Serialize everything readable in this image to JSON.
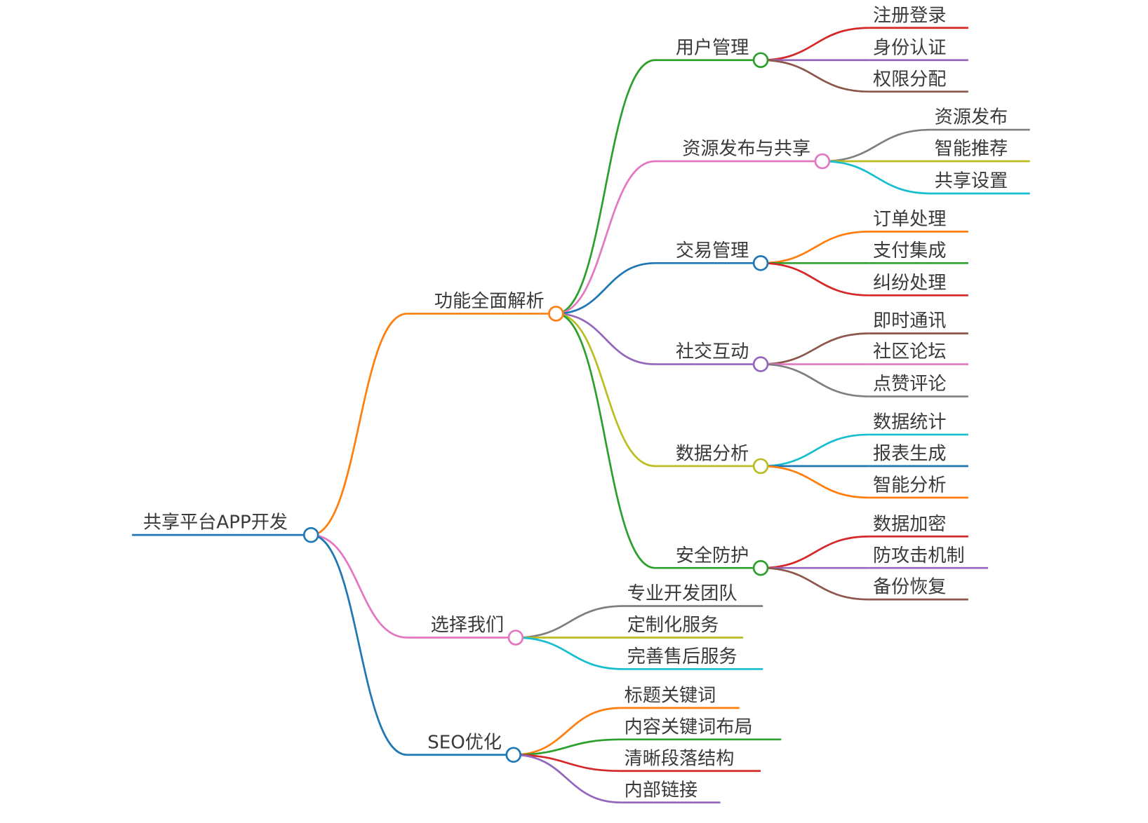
{
  "mindmap": {
    "root": {
      "label": "共享平台APP开发",
      "color": "#1f77b4",
      "children": [
        {
          "label": "功能全面解析",
          "color": "#ff7f0e",
          "children": [
            {
              "label": "用户管理",
              "color": "#2ca02c",
              "children": [
                {
                  "label": "注册登录",
                  "color": "#d62728"
                },
                {
                  "label": "身份认证",
                  "color": "#9467bd"
                },
                {
                  "label": "权限分配",
                  "color": "#8c564b"
                }
              ]
            },
            {
              "label": "资源发布与共享",
              "color": "#e377c2",
              "children": [
                {
                  "label": "资源发布",
                  "color": "#7f7f7f"
                },
                {
                  "label": "智能推荐",
                  "color": "#bcbd22"
                },
                {
                  "label": "共享设置",
                  "color": "#17becf"
                }
              ]
            },
            {
              "label": "交易管理",
              "color": "#1f77b4",
              "children": [
                {
                  "label": "订单处理",
                  "color": "#ff7f0e"
                },
                {
                  "label": "支付集成",
                  "color": "#2ca02c"
                },
                {
                  "label": "纠纷处理",
                  "color": "#d62728"
                }
              ]
            },
            {
              "label": "社交互动",
              "color": "#9467bd",
              "children": [
                {
                  "label": "即时通讯",
                  "color": "#8c564b"
                },
                {
                  "label": "社区论坛",
                  "color": "#e377c2"
                },
                {
                  "label": "点赞评论",
                  "color": "#7f7f7f"
                }
              ]
            },
            {
              "label": "数据分析",
              "color": "#bcbd22",
              "children": [
                {
                  "label": "数据统计",
                  "color": "#17becf"
                },
                {
                  "label": "报表生成",
                  "color": "#1f77b4"
                },
                {
                  "label": "智能分析",
                  "color": "#ff7f0e"
                }
              ]
            },
            {
              "label": "安全防护",
              "color": "#2ca02c",
              "children": [
                {
                  "label": "数据加密",
                  "color": "#d62728"
                },
                {
                  "label": "防攻击机制",
                  "color": "#9467bd"
                },
                {
                  "label": "备份恢复",
                  "color": "#8c564b"
                }
              ]
            }
          ]
        },
        {
          "label": "选择我们",
          "color": "#e377c2",
          "children": [
            {
              "label": "专业开发团队",
              "color": "#7f7f7f"
            },
            {
              "label": "定制化服务",
              "color": "#bcbd22"
            },
            {
              "label": "完善售后服务",
              "color": "#17becf"
            }
          ]
        },
        {
          "label": "SEO优化",
          "color": "#1f77b4",
          "children": [
            {
              "label": "标题关键词",
              "color": "#ff7f0e"
            },
            {
              "label": "内容关键词布局",
              "color": "#2ca02c"
            },
            {
              "label": "清晰段落结构",
              "color": "#d62728"
            },
            {
              "label": "内部链接",
              "color": "#9467bd"
            }
          ]
        }
      ]
    }
  }
}
